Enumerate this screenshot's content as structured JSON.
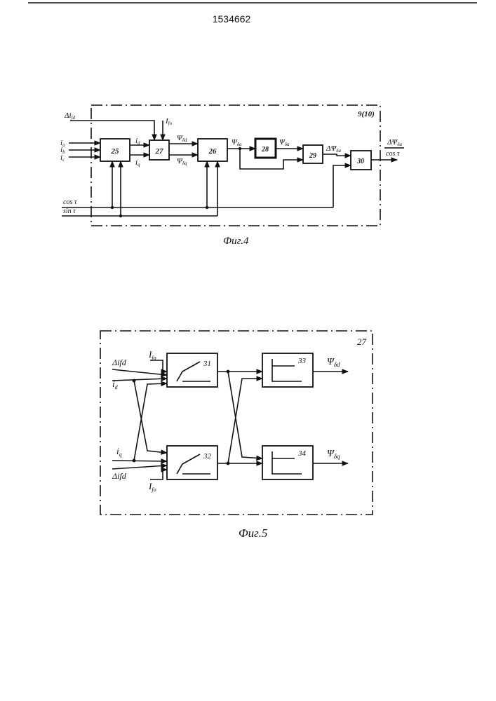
{
  "header": {
    "patent_number": "1534662"
  },
  "fig4": {
    "caption": "Фиг.4",
    "frame_label": "9(10)",
    "blocks": {
      "b25": "25",
      "b26": "26",
      "b27": "27",
      "b28": "28",
      "b29": "29",
      "b30": "30"
    },
    "inputs": {
      "d_ifd": "Δi",
      "d_ifd_sub": "fd",
      "ia": "i",
      "ia_sub": "a",
      "ib": "i",
      "ib_sub": "b",
      "ic": "i",
      "ic_sub": "c",
      "cos": "cos τ",
      "sin": "sin τ"
    },
    "signals": {
      "id": "i",
      "id_sub": "d",
      "iq": "i",
      "iq_sub": "q",
      "ifo": "I",
      "ifo_sub": "fo",
      "psi_d": "Ψ",
      "psi_d_sub": "δd",
      "psi_q": "Ψ",
      "psi_q_sub": "δq",
      "psi_a": "Ψ",
      "psi_a_sub": "δa",
      "psi_ao": "Ψ",
      "psi_ao_sub": "δa",
      "dpsi": "ΔΨ",
      "dpsi_sub": "δa"
    },
    "output": {
      "numerator": "ΔΨ",
      "numerator_sub": "δa",
      "denominator": "cos τ"
    }
  },
  "fig5": {
    "caption": "Фиг.5",
    "frame_label": "27",
    "blocks": {
      "b31": "31",
      "b32": "32",
      "b33": "33",
      "b34": "34"
    },
    "inputs": {
      "ifo_top": "I",
      "ifo_top_sub": "fo",
      "difd_top": "Δifd",
      "id": "i",
      "id_sub": "d",
      "iq": "i",
      "iq_sub": "q",
      "difd_bot": "Δifd",
      "ifo_bot": "I",
      "ifo_bot_sub": "fo"
    },
    "outputs": {
      "psi_d": "Ψ",
      "psi_d_sub": "δd",
      "psi_q": "Ψ",
      "psi_q_sub": "δq"
    }
  }
}
